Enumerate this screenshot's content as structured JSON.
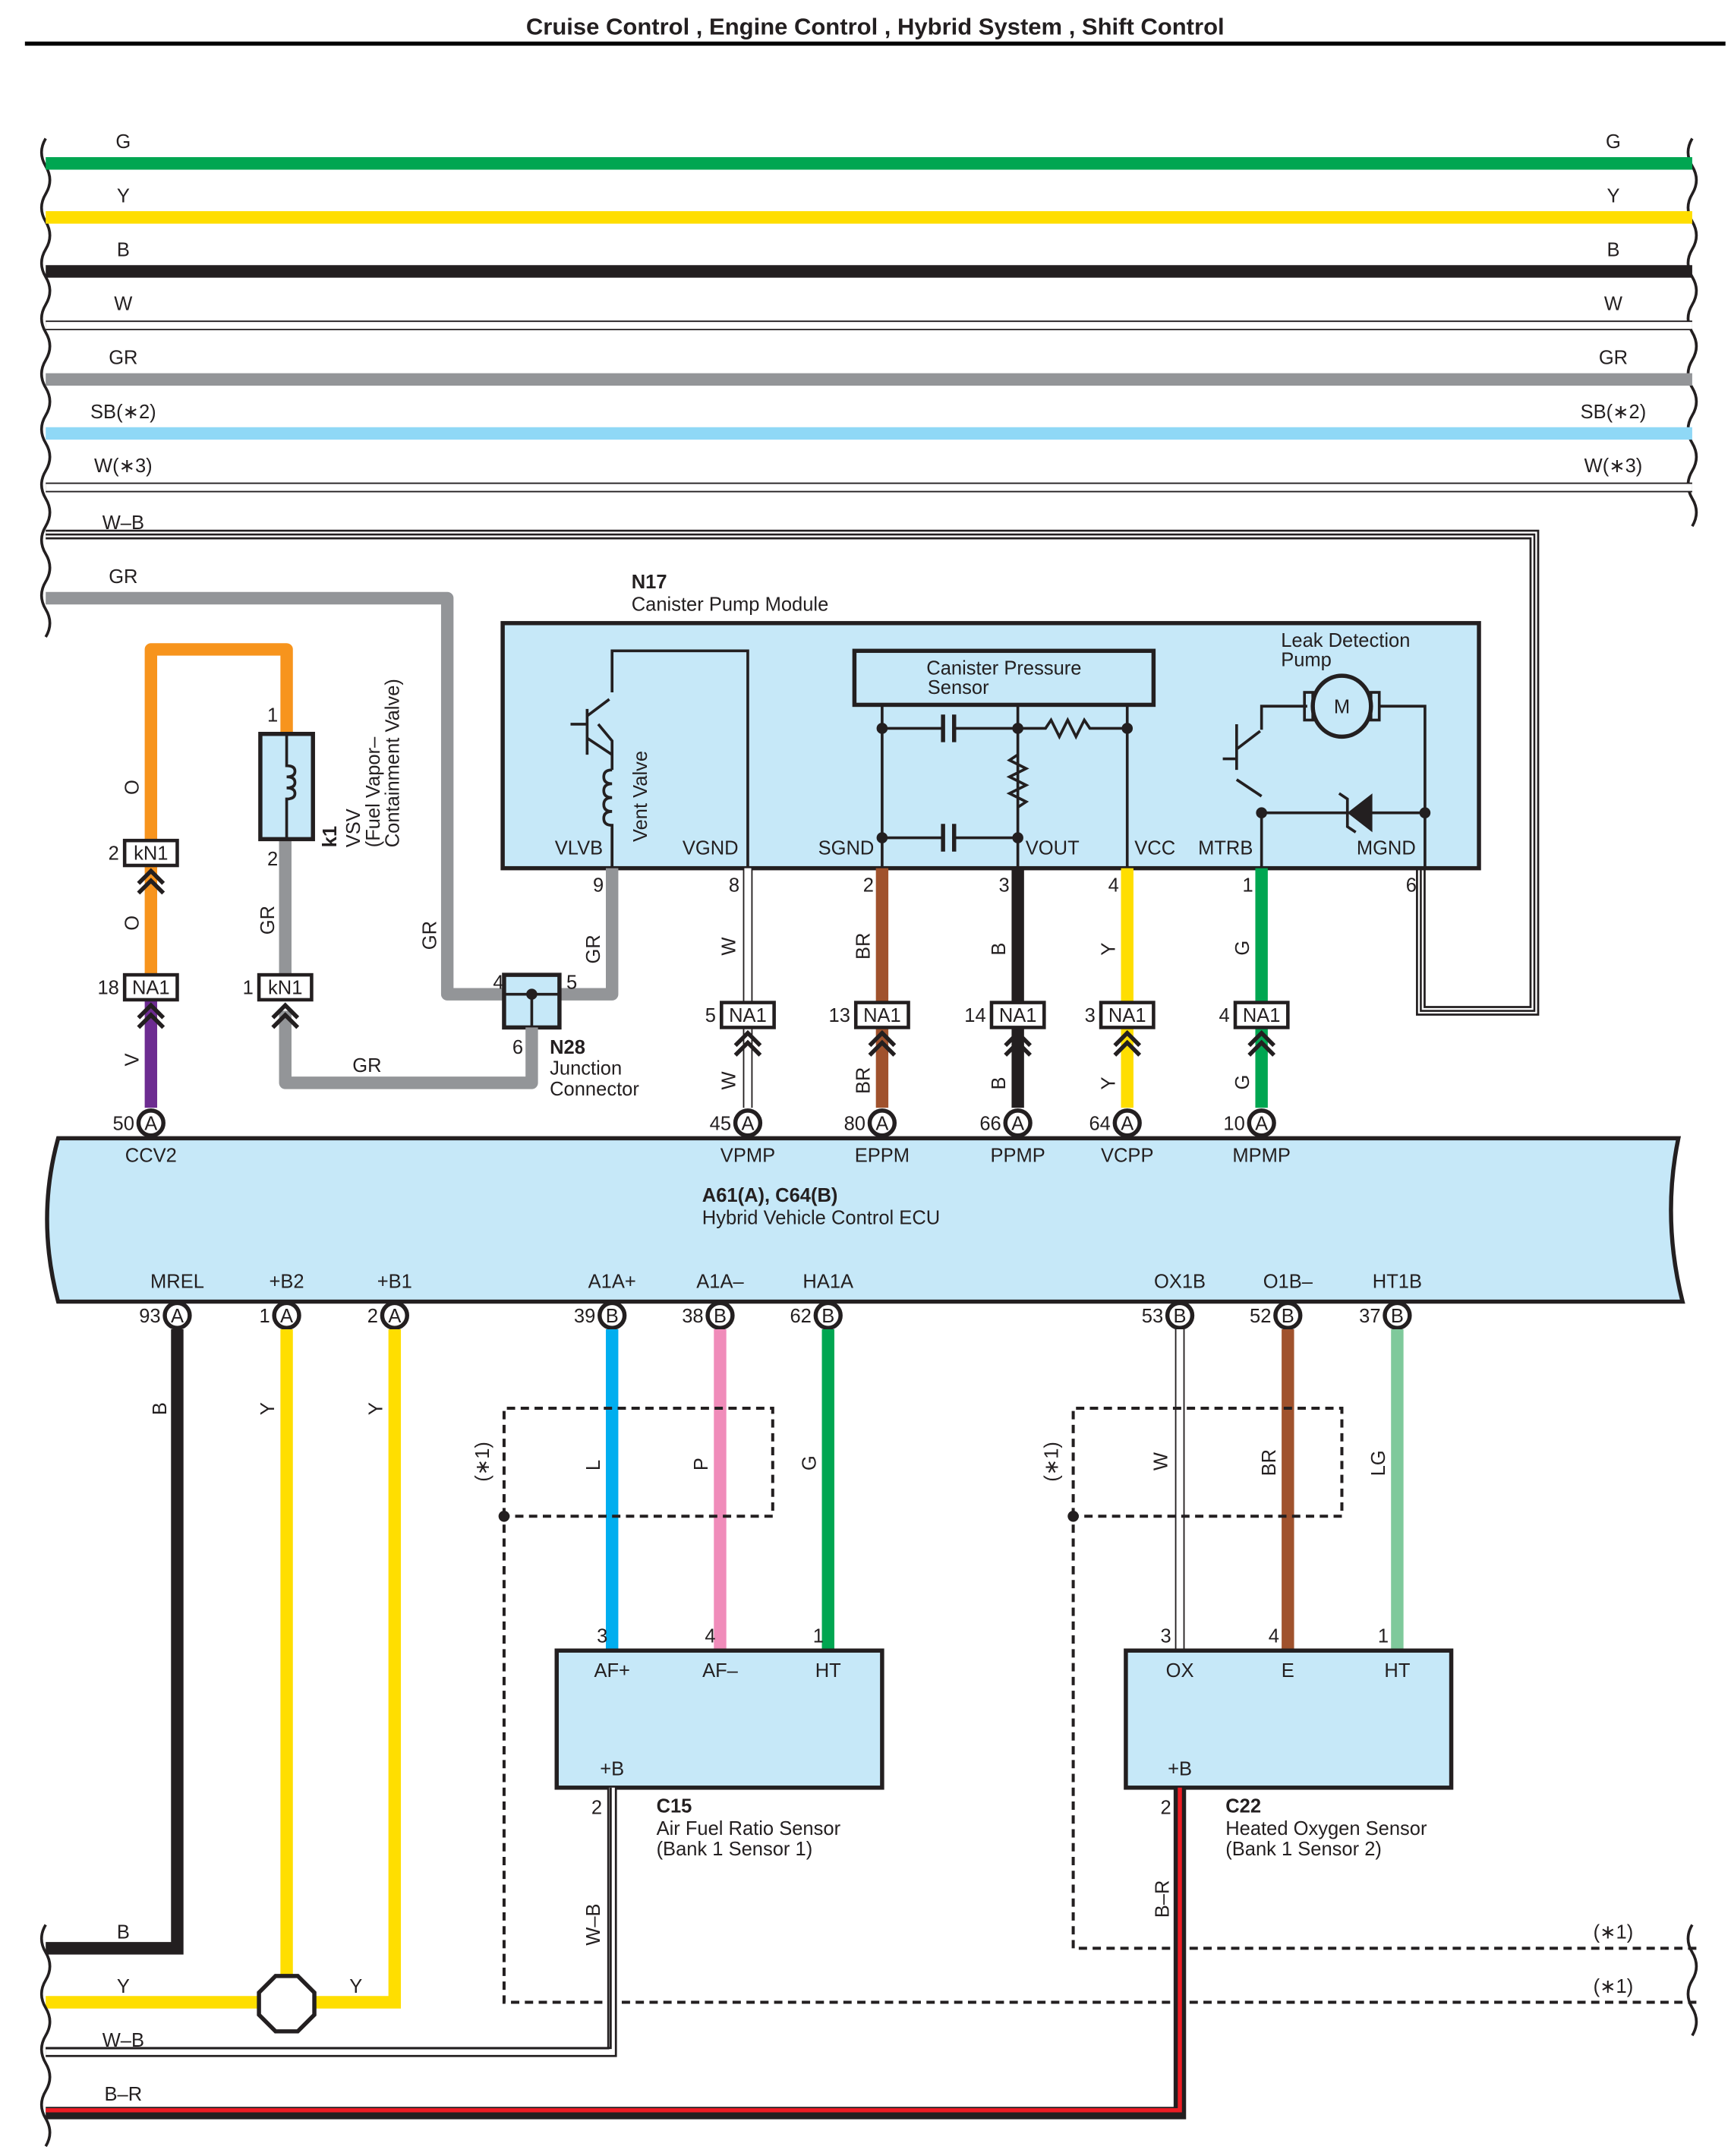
{
  "title": "Cruise Control , Engine Control , Hybrid System , Shift Control",
  "colors": {
    "G": "#00a651",
    "Y": "#ffde00",
    "B": "#231f20",
    "W": "#ffffff",
    "GR": "#939598",
    "SB": "#8fd8f6",
    "O": "#f7941d",
    "V": "#6d2c91",
    "BR": "#a0522d",
    "L": "#00aeef",
    "P": "#f08cba",
    "LG": "#7fc99b",
    "R": "#ed1c24",
    "module_fill": "#c6e8f8"
  },
  "bus_wires": [
    {
      "label": "G",
      "color": "G"
    },
    {
      "label": "Y",
      "color": "Y"
    },
    {
      "label": "B",
      "color": "B"
    },
    {
      "label": "W",
      "color": "W"
    },
    {
      "label": "GR",
      "color": "GR"
    },
    {
      "label": "SB(∗2)",
      "color": "SB"
    },
    {
      "label": "W(∗3)",
      "color": "W"
    },
    {
      "label": "W–B",
      "color": "WB"
    },
    {
      "label": "GR",
      "color": "GR"
    }
  ],
  "n17": {
    "code": "N17",
    "name": "Canister Pump Module",
    "vent_valve": "Vent Valve",
    "pressure_sensor": "Canister Pressure Sensor",
    "pressure_sensor_l1": "Canister Pressure",
    "pressure_sensor_l2": "Sensor",
    "leak_pump_l1": "Leak Detection",
    "leak_pump_l2": "Pump",
    "motor": "M",
    "pins": [
      {
        "name": "VLVB",
        "num": "9",
        "wire": "GR"
      },
      {
        "name": "VGND",
        "num": "8",
        "wire": "W"
      },
      {
        "name": "SGND",
        "num": "2",
        "wire": "BR"
      },
      {
        "name": "VOUT",
        "num": "3",
        "wire": "B"
      },
      {
        "name": "VCC",
        "num": "4",
        "wire": "Y"
      },
      {
        "name": "MTRB",
        "num": "1",
        "wire": "G"
      },
      {
        "name": "MGND",
        "num": "6",
        "wire": "W–B"
      }
    ]
  },
  "k1": {
    "code": "k1",
    "name_l1": "VSV",
    "name_l2": "(Fuel Vapor–",
    "name_l3": "Containment Valve)",
    "pin_top": "1",
    "pin_bottom": "2"
  },
  "n28": {
    "code": "N28",
    "name_l1": "Junction",
    "name_l2": "Connector",
    "pins": [
      "4",
      "5",
      "6"
    ]
  },
  "inline_connectors": [
    {
      "id": "kN1",
      "pin": "2",
      "wire_above": "O",
      "wire_below": "O"
    },
    {
      "id": "NA1",
      "pin": "18",
      "wire_below": "V"
    },
    {
      "id": "kN1",
      "pin": "1",
      "wire_above": "GR"
    },
    {
      "id": "NA1",
      "pin": "5",
      "wire_below": "W"
    },
    {
      "id": "NA1",
      "pin": "13",
      "wire_below": "BR"
    },
    {
      "id": "NA1",
      "pin": "14",
      "wire_below": "B"
    },
    {
      "id": "NA1",
      "pin": "3",
      "wire_below": "Y"
    },
    {
      "id": "NA1",
      "pin": "4",
      "wire_below": "G"
    }
  ],
  "ecu": {
    "code": "A61(A), C64(B)",
    "name": "Hybrid Vehicle Control ECU",
    "top_pins": [
      {
        "num": "50",
        "conn": "A",
        "name": "CCV2"
      },
      {
        "num": "45",
        "conn": "A",
        "name": "VPMP"
      },
      {
        "num": "80",
        "conn": "A",
        "name": "EPPM"
      },
      {
        "num": "66",
        "conn": "A",
        "name": "PPMP"
      },
      {
        "num": "64",
        "conn": "A",
        "name": "VCPP"
      },
      {
        "num": "10",
        "conn": "A",
        "name": "MPMP"
      }
    ],
    "bottom_pins": [
      {
        "num": "93",
        "conn": "A",
        "name": "MREL",
        "wire": "B"
      },
      {
        "num": "1",
        "conn": "A",
        "name": "+B2",
        "wire": "Y"
      },
      {
        "num": "2",
        "conn": "A",
        "name": "+B1",
        "wire": "Y"
      },
      {
        "num": "39",
        "conn": "B",
        "name": "A1A+",
        "wire": "L"
      },
      {
        "num": "38",
        "conn": "B",
        "name": "A1A–",
        "wire": "P"
      },
      {
        "num": "62",
        "conn": "B",
        "name": "HA1A",
        "wire": "G"
      },
      {
        "num": "53",
        "conn": "B",
        "name": "OX1B",
        "wire": "W"
      },
      {
        "num": "52",
        "conn": "B",
        "name": "O1B–",
        "wire": "BR"
      },
      {
        "num": "37",
        "conn": "B",
        "name": "HT1B",
        "wire": "LG"
      }
    ]
  },
  "wire_labels": {
    "gr": "GR",
    "o": "O",
    "v": "V",
    "w": "W",
    "br": "BR",
    "b": "B",
    "y": "Y",
    "g": "G",
    "wb": "W–B",
    "br_r": "B–R",
    "l": "L",
    "p": "P",
    "lg": "LG"
  },
  "c15": {
    "code": "C15",
    "name_l1": "Air Fuel Ratio Sensor",
    "name_l2": "(Bank 1 Sensor 1)",
    "pins": [
      {
        "num": "3",
        "name": "AF+"
      },
      {
        "num": "4",
        "name": "AF–"
      },
      {
        "num": "1",
        "name": "HT"
      }
    ],
    "power_pin": {
      "num": "2",
      "name": "+B"
    }
  },
  "c22": {
    "code": "C22",
    "name_l1": "Heated Oxygen Sensor",
    "name_l2": "(Bank 1 Sensor 2)",
    "pins": [
      {
        "num": "3",
        "name": "OX"
      },
      {
        "num": "4",
        "name": "E"
      },
      {
        "num": "1",
        "name": "HT"
      }
    ],
    "power_pin": {
      "num": "2",
      "name": "+B"
    }
  },
  "shield_note": "(∗1)",
  "bottom_bus": [
    {
      "label": "B"
    },
    {
      "label": "Y"
    },
    {
      "label": "Y"
    },
    {
      "label": "W–B"
    },
    {
      "label": "B–R"
    }
  ]
}
